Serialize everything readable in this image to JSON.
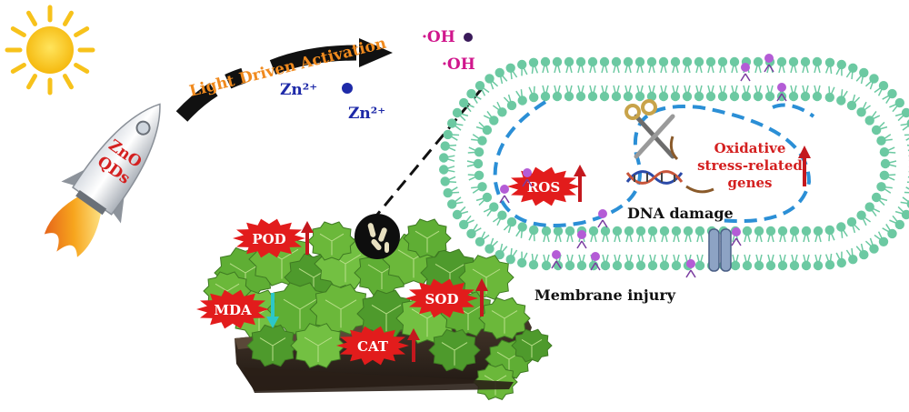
{
  "colors": {
    "sun": "#f7c21b",
    "activation_text": "#f08a1e",
    "zinc_text": "#1e2aa8",
    "hydroxyl_text": "#d0168c",
    "starburst": "#e21c1c",
    "up_arrow": "#c4181e",
    "down_arrow": "#2cc7c9",
    "membrane": "#6cc9a2",
    "dashed_loop": "#2b8fd6",
    "red_text": "#d42020",
    "plant_leaf": "#6bb83a",
    "pot": "#3a2d22"
  },
  "rocket": {
    "label_line1": "ZnO",
    "label_line2": "QDs"
  },
  "activation": {
    "label": "Light Driven Activation"
  },
  "species": {
    "hydroxyl": [
      "·OH",
      "·OH"
    ],
    "zinc": [
      "Zn²⁺",
      "Zn²⁺"
    ]
  },
  "plant": {
    "markers": [
      {
        "name": "POD",
        "direction": "up"
      },
      {
        "name": "MDA",
        "direction": "down"
      },
      {
        "name": "SOD",
        "direction": "up"
      },
      {
        "name": "CAT",
        "direction": "up"
      }
    ]
  },
  "cell": {
    "ros": {
      "label": "ROS",
      "direction": "up"
    },
    "genes": {
      "line1": "Oxidative",
      "line2": "stress-related",
      "line3": "genes",
      "direction": "up"
    },
    "dna_damage": "DNA damage",
    "membrane_injury": "Membrane injury"
  },
  "icons": [
    "sun-icon",
    "rocket-icon",
    "scissors-icon",
    "dna-icon",
    "membrane-channel-icon",
    "plant-icon"
  ]
}
